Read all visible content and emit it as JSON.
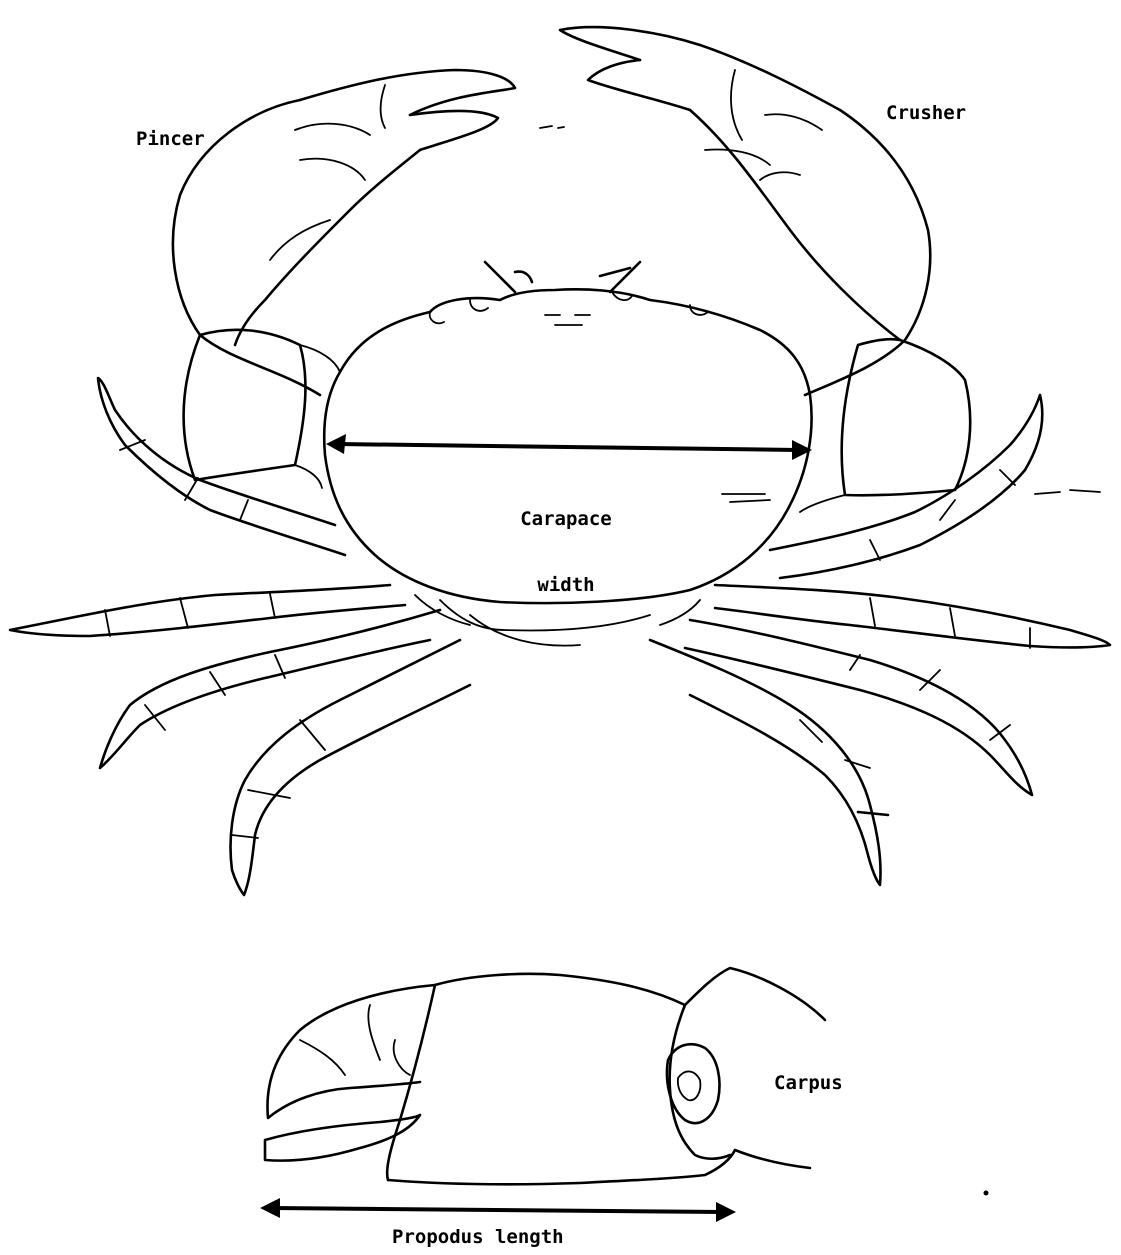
{
  "labels": {
    "pincer": "Pincer",
    "crusher": "Crusher",
    "carapace_width_line1": "Carapace",
    "carapace_width_line2": "width",
    "carpus": "Carpus",
    "propodus_length": "Propodus length"
  }
}
